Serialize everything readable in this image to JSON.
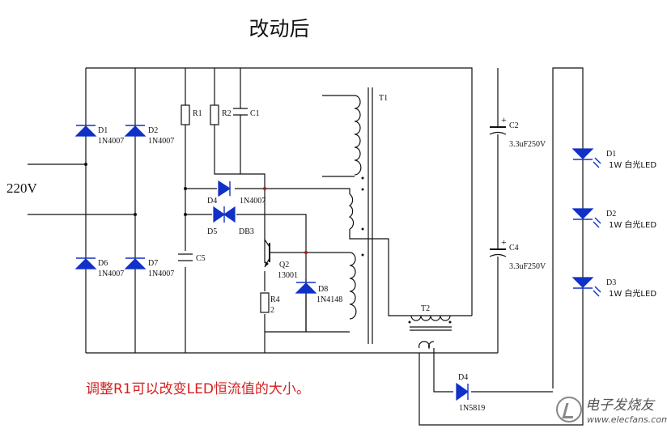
{
  "title": "改动后",
  "note": "调整R1可以改变LED恒流值的大小。",
  "input_voltage": "220V",
  "components": {
    "D1": {
      "name": "D1",
      "part": "1N4007"
    },
    "D2": {
      "name": "D2",
      "part": "1N4007"
    },
    "D6": {
      "name": "D6",
      "part": "1N4007"
    },
    "D7": {
      "name": "D7",
      "part": "1N4007"
    },
    "R1": "R1",
    "R2": "R2",
    "C1": "C1",
    "C5": "C5",
    "D4": {
      "name": "D4",
      "part": "1N4007"
    },
    "D5": "D5",
    "DB3": "DB3",
    "Q2": {
      "name": "Q2",
      "part": "13001"
    },
    "R4": {
      "name": "R4",
      "value": "2"
    },
    "D8": {
      "name": "D8",
      "part": "1N4148"
    },
    "T1": "T1",
    "T2": "T2",
    "C2": {
      "name": "C2",
      "value": "3.3uF250V"
    },
    "C4": {
      "name": "C4",
      "value": "3.3uF250V"
    },
    "D4b": {
      "name": "D4",
      "part": "1N5819"
    },
    "LED1": {
      "name": "D1",
      "desc": "1W 白光LED"
    },
    "LED2": {
      "name": "D2",
      "desc": "1W 白光LED"
    },
    "LED3": {
      "name": "D3",
      "desc": "1W 白光LED"
    },
    "cap_plus": "+"
  },
  "watermark": {
    "name": "电子发烧友",
    "site": "www.elecfans.com"
  },
  "colors": {
    "wire": "#111111",
    "diode": "#1030c8",
    "note": "#d42020"
  }
}
